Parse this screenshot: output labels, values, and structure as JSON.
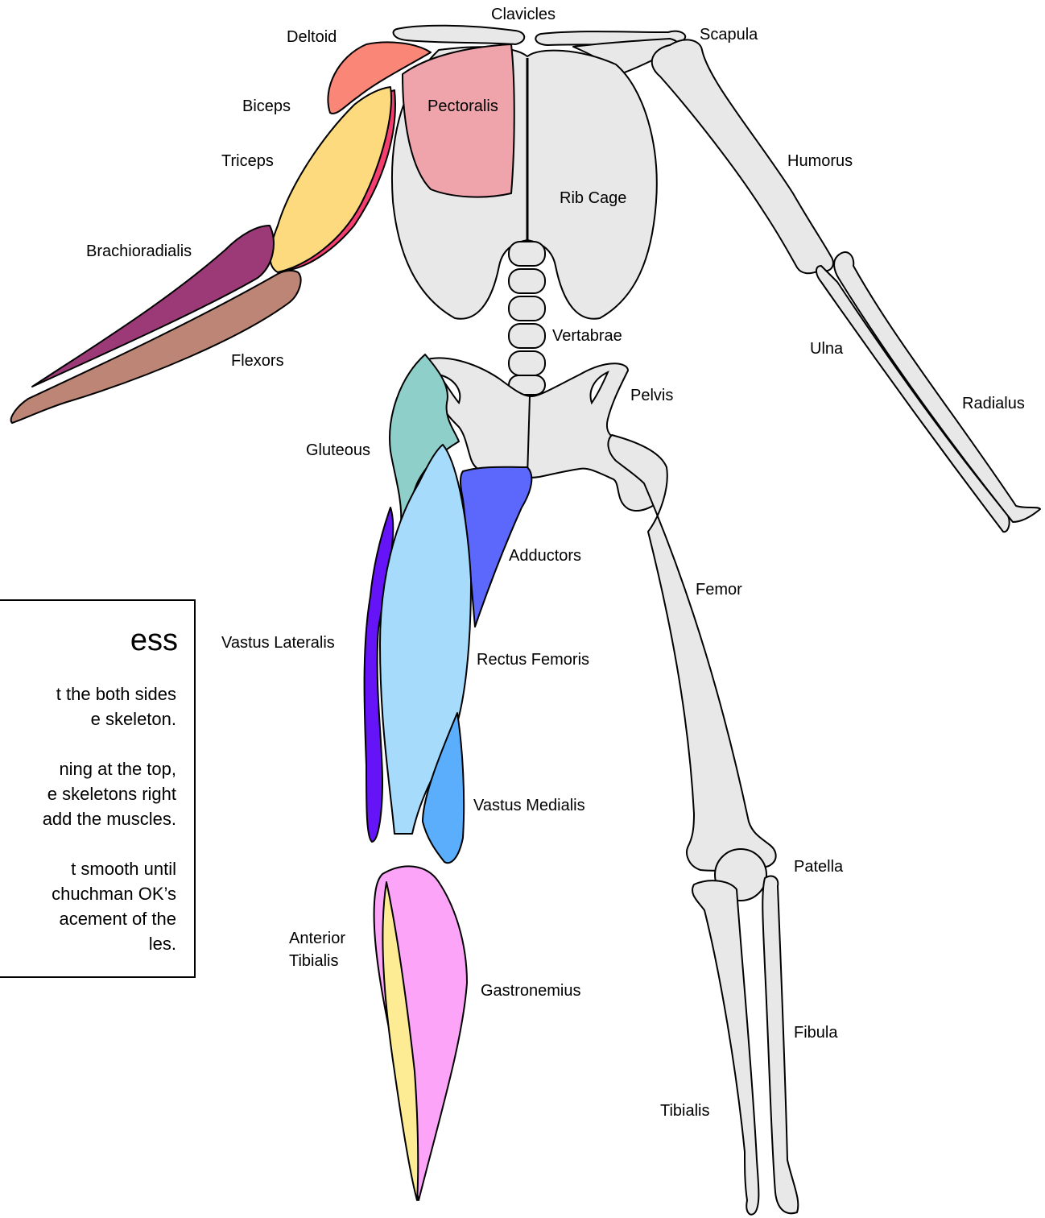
{
  "instructions": {
    "title": "ess",
    "paragraphs": [
      "t the both sides\ne skeleton.",
      "ning at the top,\ne skeletons right\nadd the muscles.",
      "t smooth until\nchuchman OK’s\nacement of the\nles."
    ]
  },
  "labels": {
    "clavicles": "Clavicles",
    "deltoid": "Deltoid",
    "scapula": "Scapula",
    "biceps": "Biceps",
    "pectoralis": "Pectoralis",
    "triceps": "Triceps",
    "humorus": "Humorus",
    "rib_cage": "Rib Cage",
    "brachioradialis": "Brachioradialis",
    "vertabrae": "Vertabrae",
    "ulna": "Ulna",
    "flexors": "Flexors",
    "pelvis": "Pelvis",
    "radialus": "Radialus",
    "gluteous": "Gluteous",
    "adductors": "Adductors",
    "femor": "Femor",
    "vastus_lateralis": "Vastus Lateralis",
    "rectus_femoris": "Rectus Femoris",
    "vastus_medialis": "Vastus Medialis",
    "patella": "Patella",
    "anterior_tibialis_1": "Anterior",
    "anterior_tibialis_2": "Tibialis",
    "gastronemius": "Gastronemius",
    "fibula": "Fibula",
    "tibialis": "Tibialis"
  },
  "colors": {
    "bone": "#e8e8e8",
    "deltoid": "#f98677",
    "biceps": "#f43e70",
    "triceps": "#fdda7d",
    "pectoralis": "#eea4aa",
    "brachioradialis": "#9b3a77",
    "flexors": "#bd8576",
    "gluteous": "#8fcfca",
    "adductors": "#5c67fb",
    "vastus_lateralis": "#6514f7",
    "rectus_femoris": "#a7dbfc",
    "vastus_medialis": "#5aaefc",
    "gastronemius": "#fca5f8",
    "anterior_tibialis": "#fdec94"
  }
}
